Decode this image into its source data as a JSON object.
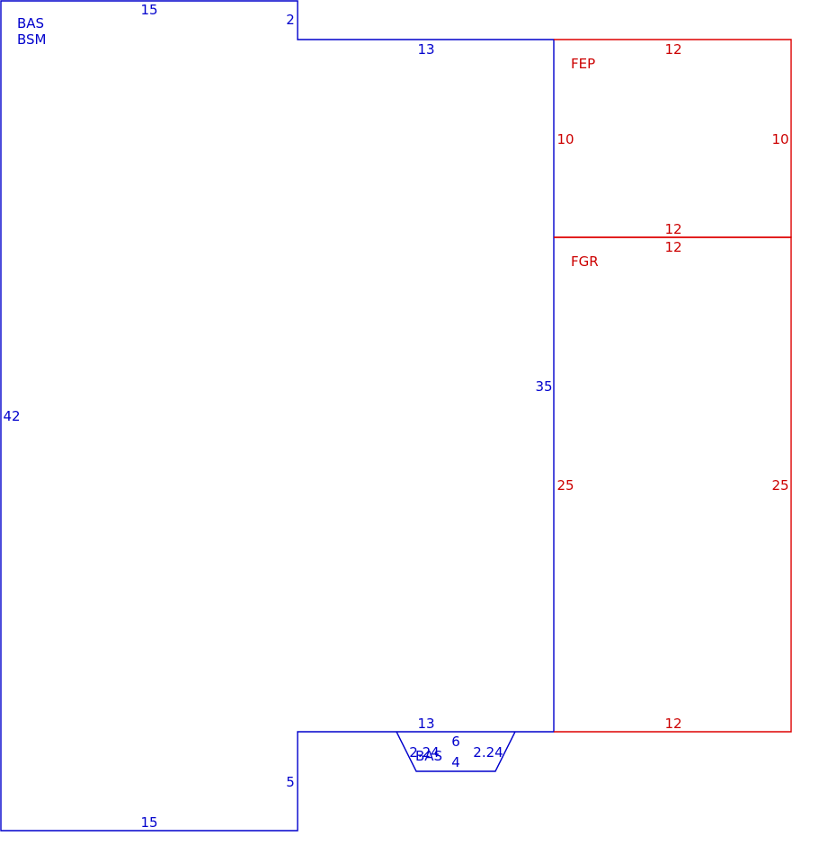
{
  "colors": {
    "main_outline": "#0000cc",
    "attached_outline": "#dd0000"
  },
  "areas": {
    "main": {
      "code_1": "BAS",
      "code_2": "BSM",
      "dims": {
        "top": "15",
        "top_step": "2",
        "upper": "13",
        "right": "35",
        "left": "42",
        "lower": "13",
        "bottom_step": "5",
        "bottom": "15"
      }
    },
    "bay": {
      "code": "BAS",
      "dims": {
        "top": "6",
        "bottom": "4",
        "left": "2.24",
        "right": "2.24"
      }
    },
    "porch": {
      "code": "FEP",
      "dims": {
        "top": "12",
        "left": "10",
        "right": "10",
        "bottom": "12"
      }
    },
    "garage": {
      "code": "FGR",
      "dims": {
        "top": "12",
        "left": "25",
        "right": "25",
        "bottom": "12"
      }
    }
  }
}
